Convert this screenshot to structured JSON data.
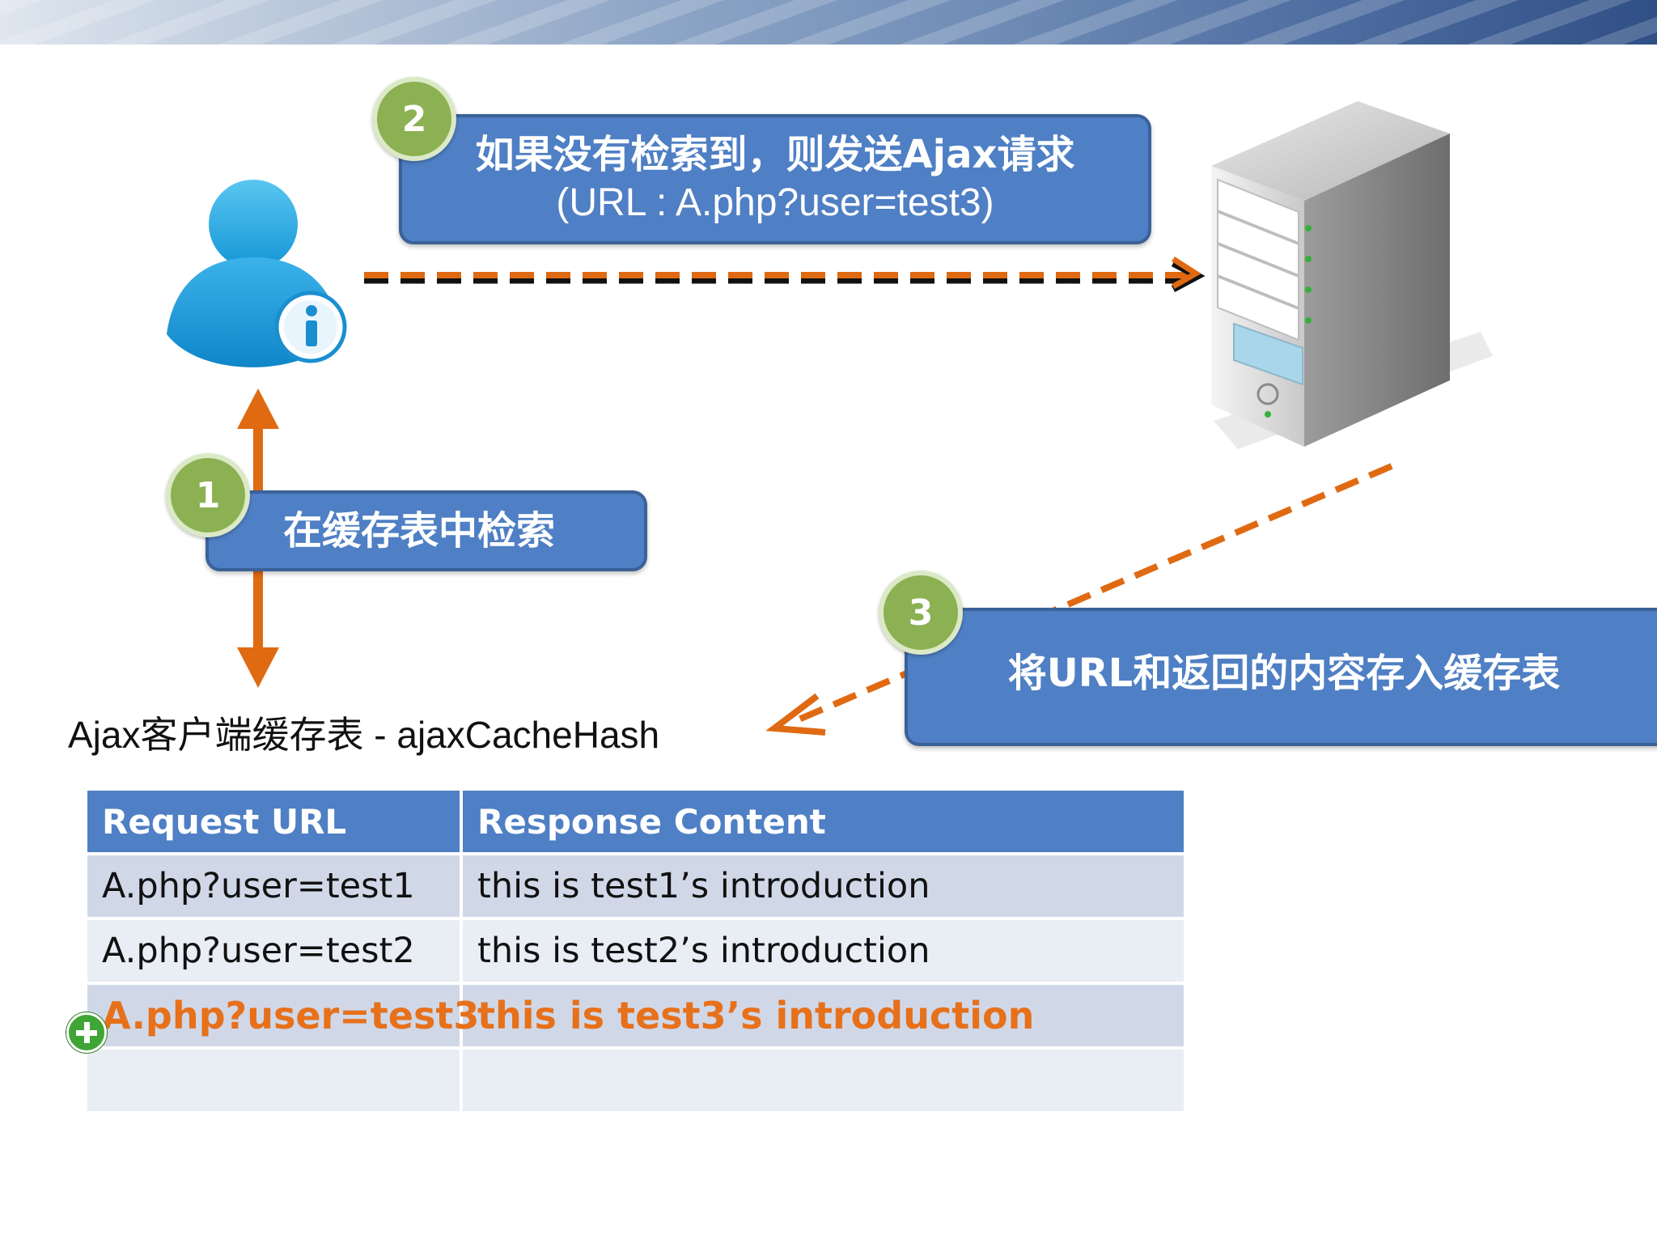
{
  "step2": {
    "number": "2",
    "line1": "如果没有检索到，则发送Ajax请求",
    "line2": "(URL : A.php?user=test3)"
  },
  "step1": {
    "number": "1",
    "label": "在缓存表中检索"
  },
  "step3": {
    "number": "3",
    "label": "将URL和返回的内容存入缓存表"
  },
  "cache": {
    "title": "Ajax客户端缓存表 - ajaxCacheHash",
    "headers": [
      "Request URL",
      "Response Content"
    ],
    "rows": [
      [
        "A.php?user=test1",
        "this is test1’s introduction"
      ],
      [
        "A.php?user=test2",
        "this is test2’s introduction"
      ],
      [
        "A.php?user=test3",
        "this is test3’s introduction"
      ],
      [
        "",
        ""
      ]
    ]
  },
  "icons": {
    "client": "user-info-icon",
    "server": "server-tower-icon",
    "added_row": "add-plus-icon"
  },
  "colors": {
    "callout_fill": "#4f7fc4",
    "badge_green": "#8bb152",
    "arrow_orange": "#e06a12",
    "highlight_text": "#e7701a"
  }
}
